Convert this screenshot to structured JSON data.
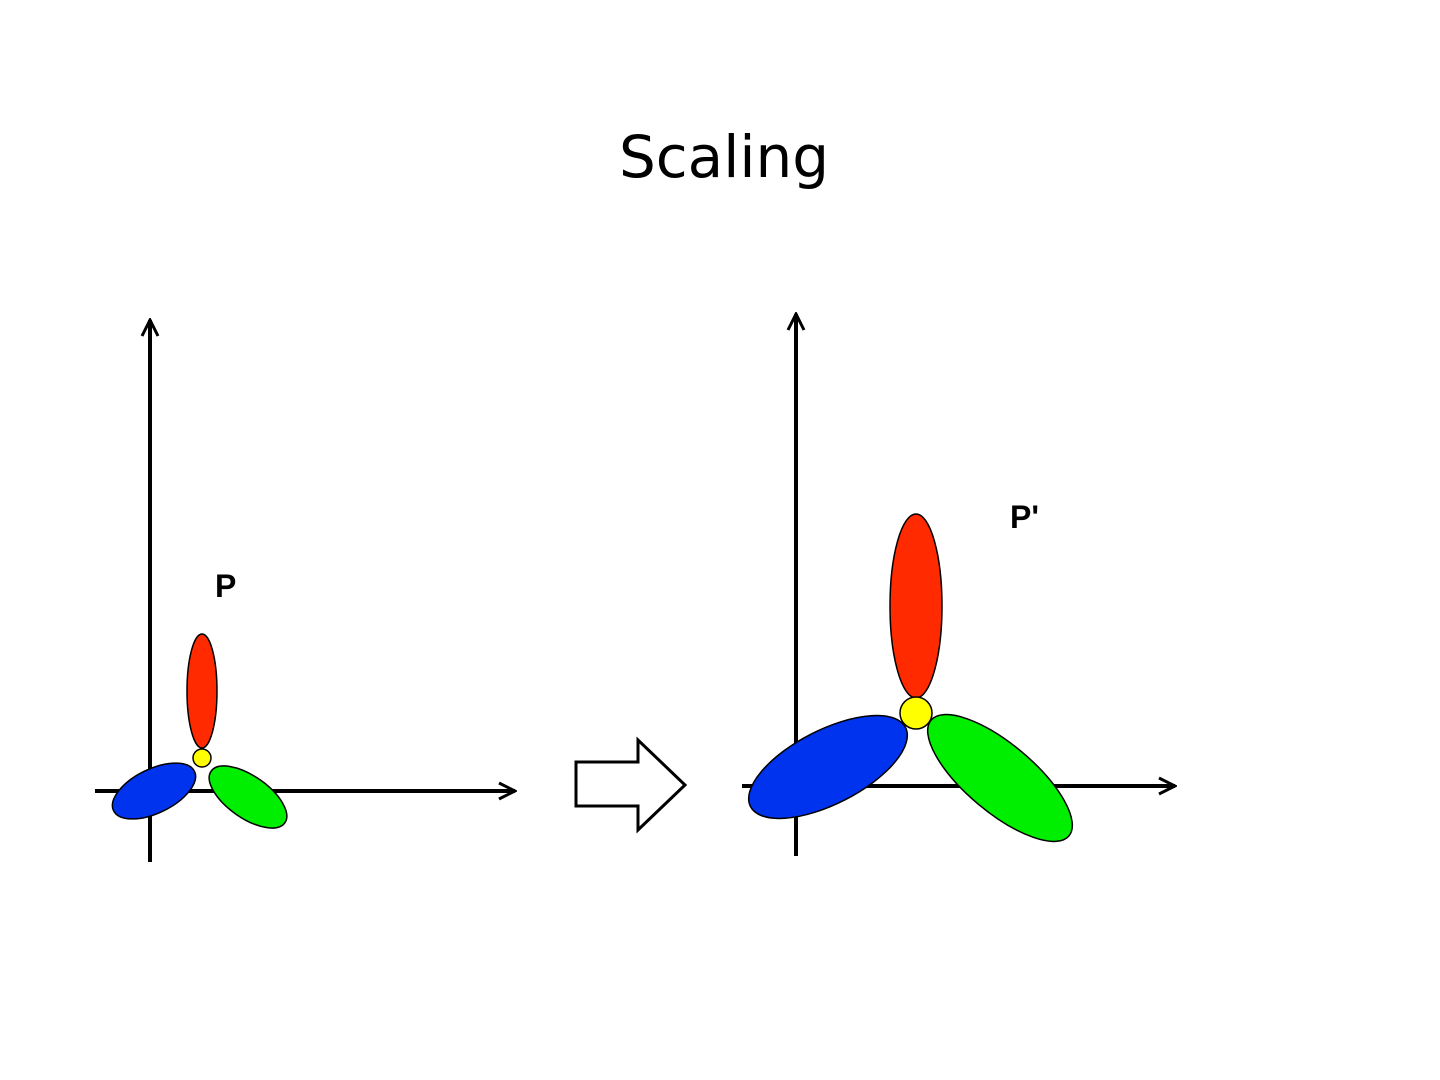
{
  "slide": {
    "title": "Scaling"
  },
  "left_figure": {
    "point_label": "P"
  },
  "right_figure": {
    "point_label": "P'"
  },
  "colors": {
    "petal_top": "#ff2a00",
    "petal_left": "#0033ee",
    "petal_right": "#00ee00",
    "center": "#ffff00",
    "outline": "#000000",
    "arrow_fill": "#ffffff"
  },
  "icons": {
    "transition": "right-arrow-icon"
  }
}
